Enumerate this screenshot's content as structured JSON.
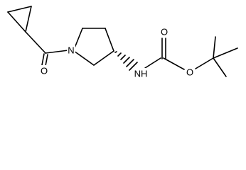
{
  "structure": {
    "atom_labels": {
      "ring_nitrogen": "N",
      "amide_oxygen": "O",
      "carbamate_nitrogen": "NH",
      "carbamate_carbonyl_oxygen": "O",
      "carbamate_ester_oxygen": "O"
    },
    "stereo_bond": "hashed-wedge",
    "colors": {
      "bond": "#000000",
      "label": "#000000",
      "background": "#ffffff"
    }
  }
}
